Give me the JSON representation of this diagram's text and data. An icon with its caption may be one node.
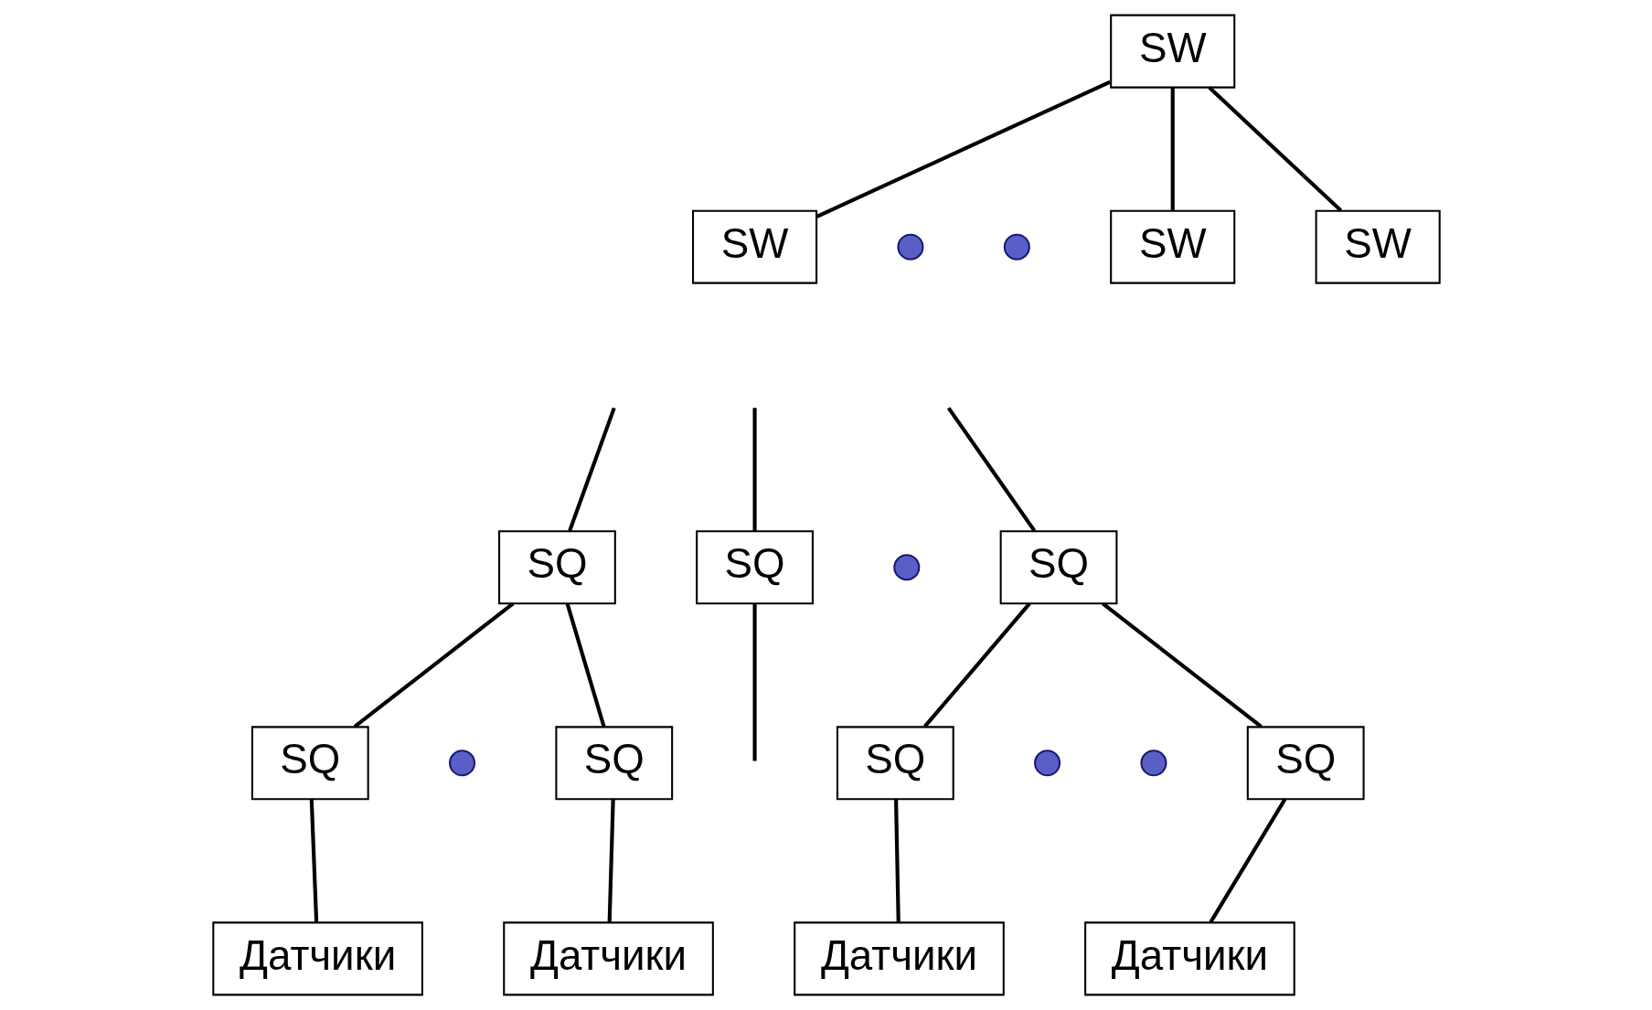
{
  "diagram": {
    "nodes": [
      {
        "text": [
          "SW"
        ]
      },
      {
        "text": [
          "SW"
        ]
      },
      {
        "text": [
          "SW"
        ]
      },
      {
        "text": [
          "SW"
        ]
      },
      {
        "text": [
          "SQ"
        ]
      },
      {
        "text": [
          "SQ"
        ]
      },
      {
        "text": [
          "SQ"
        ]
      },
      {
        "text": [
          "SQ"
        ]
      },
      {
        "text": [
          "SQ"
        ]
      },
      {
        "text": [
          "SQ"
        ]
      },
      {
        "text": [
          "SQ"
        ]
      },
      {
        "text": [
          "Датчики"
        ]
      },
      {
        "text": [
          "Датчики"
        ]
      },
      {
        "text": [
          "Датчики"
        ]
      },
      {
        "text": [
          "Датчики"
        ]
      },
      {
        "text": [],
        "shape": "circle"
      },
      {
        "text": [],
        "shape": "circle"
      },
      {
        "text": [],
        "shape": "circle"
      },
      {
        "text": [],
        "shape": "circle"
      },
      {
        "text": [],
        "shape": "circle"
      },
      {
        "text": [],
        "shape": "circle"
      }
    ],
    "edges": [
      {
        "from": 0,
        "to": 1,
        "arrow": "none"
      },
      {
        "from": 0,
        "to": 2,
        "arrow": "none"
      },
      {
        "from": 0,
        "to": 3,
        "arrow": "none"
      },
      {
        "from": null,
        "to": 4,
        "arrow": "none"
      },
      {
        "from": null,
        "to": 5,
        "arrow": "none"
      },
      {
        "from": 5,
        "to": null,
        "arrow": "none"
      },
      {
        "from": null,
        "to": 6,
        "arrow": "none"
      },
      {
        "from": 4,
        "to": 7,
        "arrow": "none"
      },
      {
        "from": 4,
        "to": 8,
        "arrow": "none"
      },
      {
        "from": 6,
        "to": 9,
        "arrow": "none"
      },
      {
        "from": 6,
        "to": 10,
        "arrow": "none"
      },
      {
        "from": 7,
        "to": 11,
        "arrow": "none"
      },
      {
        "from": 8,
        "to": 12,
        "arrow": "none"
      },
      {
        "from": 9,
        "to": 13,
        "arrow": "none"
      },
      {
        "from": 10,
        "to": 14,
        "arrow": "none"
      }
    ]
  }
}
